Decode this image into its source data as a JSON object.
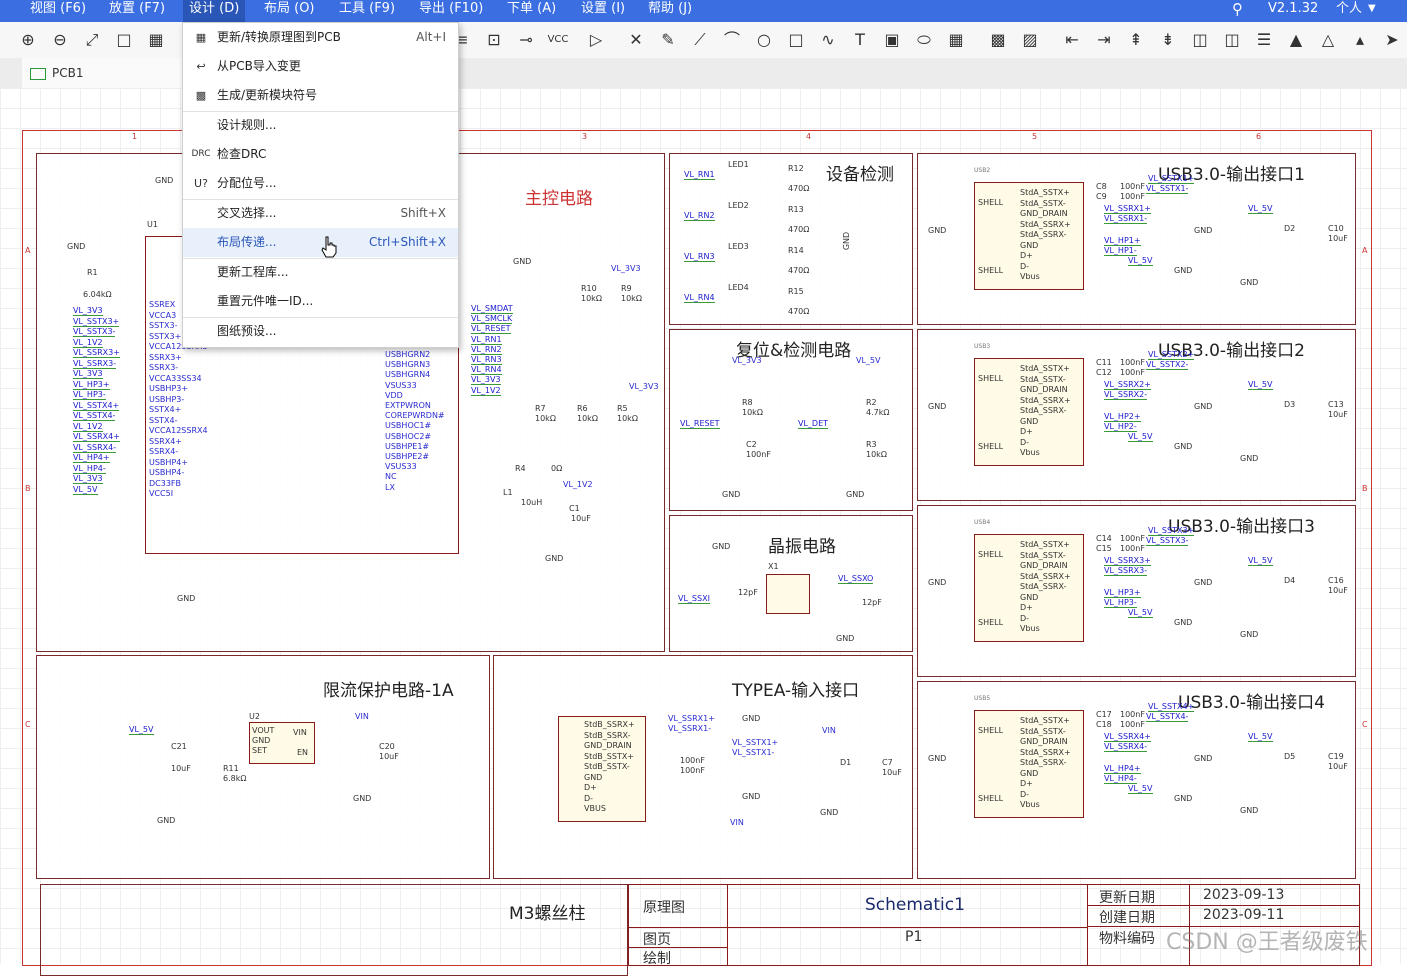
{
  "menubar": {
    "items": [
      "视图 (F6)",
      "放置 (F7)",
      "设计 (D)",
      "布局 (O)",
      "工具 (F9)",
      "导出 (F10)",
      "下单 (A)",
      "设置 (I)",
      "帮助 (J)"
    ],
    "version": "V2.1.32",
    "user": "个人"
  },
  "tab": {
    "label": "PCB1"
  },
  "design_menu": {
    "items": [
      {
        "label": "更新/转换原理图到PCB",
        "shortcut": "Alt+I",
        "icon": "update-pcb-icon"
      },
      {
        "label": "从PCB导入变更",
        "shortcut": "",
        "icon": "import-from-pcb-icon"
      },
      {
        "label": "生成/更新模块符号",
        "shortcut": "",
        "icon": "module-symbol-icon"
      },
      {
        "label": "设计规则...",
        "shortcut": "",
        "icon": ""
      },
      {
        "label": "检查DRC",
        "shortcut": "",
        "icon": "drc-icon"
      },
      {
        "label": "分配位号...",
        "shortcut": "",
        "icon": "designator-icon"
      },
      {
        "label": "交叉选择...",
        "shortcut": "Shift+X",
        "icon": ""
      },
      {
        "label": "布局传递...",
        "shortcut": "Ctrl+Shift+X",
        "icon": ""
      },
      {
        "label": "更新工程库...",
        "shortcut": "",
        "icon": ""
      },
      {
        "label": "重置元件唯一ID...",
        "shortcut": "",
        "icon": ""
      },
      {
        "label": "图纸预设...",
        "shortcut": "",
        "icon": ""
      }
    ],
    "drc_prefix": "DRC",
    "designator_prefix": "U?"
  },
  "schematic": {
    "blocks": {
      "main": "主控电路",
      "detect": "设备检测",
      "reset": "复位&检测电路",
      "crystal": "晶振电路",
      "limit": "限流保护电路-1A",
      "typea": "TYPEA-输入接口",
      "usb1": "USB3.0-输出接口1",
      "usb2": "USB3.0-输出接口2",
      "usb3": "USB3.0-输出接口3",
      "usb4": "USB3.0-输出接口4",
      "screw": "M3螺丝柱"
    },
    "labels": {
      "gnd": "GND",
      "vin": "VIN",
      "vl5v": "VL_5V",
      "vl3v3": "VL_3V3",
      "vl1v2": "VL_1V2",
      "u1": "U1",
      "u2": "U2",
      "l1": "L1",
      "x1": "X1",
      "led1": "LED1",
      "led2": "LED2",
      "led3": "LED3",
      "led4": "LED4",
      "r12": "R12",
      "r13": "R13",
      "r14": "R14",
      "r15": "R15",
      "r470": "470Ω",
      "vl_rn1": "VL_RN1",
      "vl_rn2": "VL_RN2",
      "vl_rn3": "VL_RN3",
      "vl_rn4": "VL_RN4",
      "r1": "R1",
      "r1v": "6.04kΩ",
      "r8": "R8",
      "r8v": "10kΩ",
      "r2": "R2",
      "r2v": "4.7kΩ",
      "r3": "R3",
      "r3v": "10kΩ",
      "c2": "C2",
      "c2v": "100nF",
      "vl_reset": "VL_RESET",
      "vl_det": "VL_DET",
      "vl_ssxi": "VL_SSXI",
      "vl_ssxo": "VL_SSXO",
      "c12pf": "12pF",
      "c21": "C21",
      "c21v": "10uF",
      "r11": "R11",
      "r11v": "6.8kΩ",
      "vout": "VOUT",
      "gndpin": "GND",
      "set": "SET",
      "vinpin": "VIN",
      "en": "EN",
      "c20": "C20",
      "c20v": "10uF",
      "c7": "C7",
      "c7v": "10uF",
      "d1": "D1",
      "shell": "SHELL",
      "r4": "R4",
      "r4v": "0Ω",
      "c1": "C1",
      "c1v": "10uF",
      "l1v": "10uH",
      "r10": "R10",
      "r9": "R9",
      "r7": "R7",
      "r6": "R6",
      "r5": "R5",
      "r10k": "10kΩ"
    },
    "u1_pins_left": [
      "SSREX",
      "VCCA3",
      "SSTX3-",
      "SSTX3+",
      "VCCA12SSRX3",
      "SSRX3+",
      "SSRX3-",
      "VCCA33SS34",
      "USBHP3+",
      "USBHP3-",
      "SSTX4+",
      "SSTX4-",
      "VCCA12SSRX4",
      "SSRX4+",
      "SSRX4-",
      "USBHP4+",
      "USBHP4-",
      "DC33FB",
      "VCC5I"
    ],
    "u1_nets_left": [
      "VL_3V3",
      "VL_SSTX3+",
      "VL_SSTX3-",
      "VL_1V2",
      "VL_SSRX3+",
      "VL_SSRX3-",
      "VL_3V3",
      "VL_HP3+",
      "VL_HP3-",
      "VL_SSTX4+",
      "VL_SSTX4-",
      "VL_1V2",
      "VL_SSRX4+",
      "VL_SSRX4-",
      "VL_HP4+",
      "VL_HP4-",
      "VL_3V3",
      "VL_5V"
    ],
    "u1_pins_right": [
      "USBHGRN2",
      "USBHGRN3",
      "USBHGRN4",
      "VSUS33",
      "VDD",
      "EXTPWRON",
      "COREPWRDN#",
      "USBHOC1#",
      "USBHOC2#",
      "USBHPE1#",
      "USBHPE2#",
      "VSUS33",
      "NC",
      "LX"
    ],
    "u1_nets_right": [
      "VL_SMDAT",
      "VL_SMCLK",
      "VL_RESET",
      "VL_RN1",
      "VL_RN2",
      "VL_RN3",
      "VL_RN4",
      "VL_3V3",
      "VL_1V2"
    ],
    "usb_pins": [
      "StdA_SSTX+",
      "StdA_SSTX-",
      "GND_DRAIN",
      "StdA_SSRX+",
      "StdA_SSRX-",
      "GND",
      "D+",
      "D-",
      "Vbus"
    ],
    "typea_pins": [
      "StdB_SSRX+",
      "StdB_SSRX-",
      "GND_DRAIN",
      "StdB_SSTX+",
      "StdB_SSTX-",
      "GND",
      "D+",
      "D-",
      "VBUS"
    ],
    "usb_ports": [
      {
        "usb": "USB2",
        "tx": "C8",
        "rx": "C9",
        "d": "D2",
        "c": "C10",
        "sstx": "VL_SSTX1+",
        "sstxn": "VL_SSTX1-",
        "ssrx": "VL_SSRX1+",
        "ssrxn": "VL_SSRX1-",
        "hp": "VL_HP1+",
        "hpn": "VL_HP1-"
      },
      {
        "usb": "USB3",
        "tx": "C11",
        "rx": "C12",
        "d": "D3",
        "c": "C13",
        "sstx": "VL_SSTX2+",
        "sstxn": "VL_SSTX2-",
        "ssrx": "VL_SSRX2+",
        "ssrxn": "VL_SSRX2-",
        "hp": "VL_HP2+",
        "hpn": "VL_HP2-"
      },
      {
        "usb": "USB4",
        "tx": "C14",
        "rx": "C15",
        "d": "D4",
        "c": "C16",
        "sstx": "VL_SSTX3+",
        "sstxn": "VL_SSTX3-",
        "ssrx": "VL_SSRX3+",
        "ssrxn": "VL_SSRX3-",
        "hp": "VL_HP3+",
        "hpn": "VL_HP3-"
      },
      {
        "usb": "USB5",
        "tx": "C17",
        "rx": "C18",
        "d": "D5",
        "c": "C19",
        "sstx": "VL_SSTX4+",
        "sstxn": "VL_SSTX4-",
        "ssrx": "VL_SSRX4+",
        "ssrxn": "VL_SSRX4-",
        "hp": "VL_HP4+",
        "hpn": "VL_HP4-"
      }
    ],
    "cap_100nf": "100nF",
    "cap_10uf": "10uF",
    "col_numbers": [
      "1",
      "3",
      "4",
      "5",
      "6"
    ],
    "row_letters": [
      "A",
      "B",
      "C"
    ]
  },
  "title_block": {
    "type_label": "原理图",
    "name": "Schematic1",
    "page_label": "图页",
    "page_value": "P1",
    "draw_label": "绘制",
    "updated_label": "更新日期",
    "updated_value": "2023-09-13",
    "created_label": "创建日期",
    "created_value": "2023-09-11",
    "material_label": "物料编码"
  },
  "watermark": "CSDN @王者级废铁"
}
